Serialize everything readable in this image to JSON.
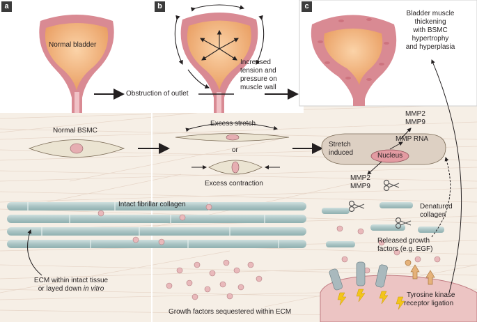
{
  "panels": {
    "a": "a",
    "b": "b",
    "c": "c"
  },
  "labels": {
    "normal_bladder": "Normal bladder",
    "obstruction": "Obstruction of outlet",
    "increased_tension": [
      "Increased",
      "tension and",
      "pressure on",
      "muscle wall"
    ],
    "thickening": [
      "Bladder muscle",
      "thickening",
      "with BSMC",
      "hypertrophy",
      "and hyperplasia"
    ],
    "normal_bsmc": "Normal BSMC",
    "excess_stretch": "Excess stretch",
    "or": "or",
    "excess_contraction": "Excess contraction",
    "stretch_induced": [
      "Stretch",
      "induced"
    ],
    "mmp_top": [
      "MMP2",
      "MMP9"
    ],
    "mmp_rna": "MMP RNA",
    "nucleus": "Nucleus",
    "mmp_bottom": [
      "MMP2",
      "MMP9"
    ],
    "intact_collagen": "Intact fibrillar collagen",
    "denatured_collagen": [
      "Denatured",
      "collagen"
    ],
    "released_gf": [
      "Released growth",
      "factors (e.g. EGF)"
    ],
    "ecm_note_1": "ECM within intact tissue",
    "ecm_note_2": "or layed down",
    "ecm_note_italic": "in vitro",
    "gf_sequestered": "Growth factors sequestered within ECM",
    "tyrosine": [
      "Tyrosine kinase",
      "receptor ligation"
    ]
  },
  "colors": {
    "background": "#f6efe6",
    "panel_white": "#ffffff",
    "bladder_wall": "#d98a93",
    "bladder_fill": "#efb47e",
    "cell_fill": "#ebe4d2",
    "collagen": "#b7cdcd",
    "growth_factor": "#e9b9bb",
    "receptor": "#a9b9bd",
    "lightning": "#f3c51a"
  }
}
